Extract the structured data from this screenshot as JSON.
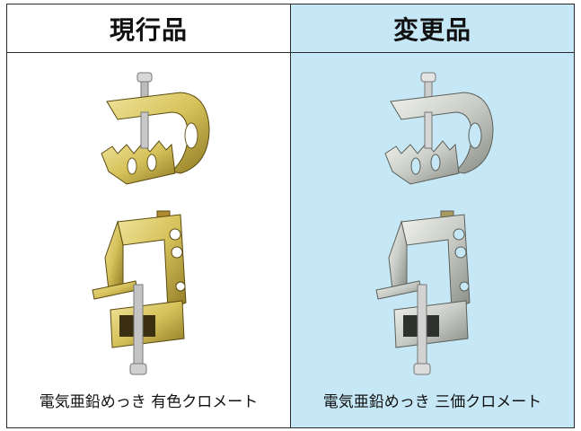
{
  "columns": [
    {
      "header": "現行品",
      "caption": "電気亜鉛めっき 有色クロメート",
      "finish_color": "#d6c25a",
      "finish_light": "#efe39a",
      "finish_dark": "#8f7a25"
    },
    {
      "header": "変更品",
      "caption": "電気亜鉛めっき 三価クロメート",
      "finish_color": "#c9ccc6",
      "finish_light": "#f0f1ec",
      "finish_dark": "#8a8d86"
    }
  ],
  "colors": {
    "right_background": "#c6e8f6",
    "border": "#2a2a2a"
  }
}
